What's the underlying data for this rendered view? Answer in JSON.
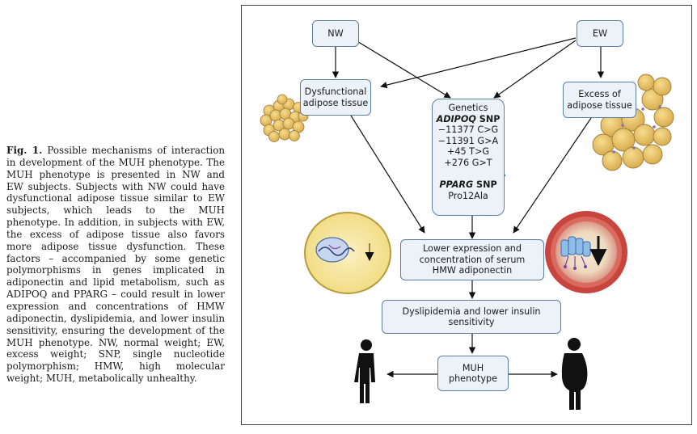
{
  "caption": {
    "fig_label": "Fig. 1.",
    "text": "Possible mechanisms of interaction in development of the MUH phenotype. The MUH phenotype is presented in NW and EW subjects. Subjects with NW could have dysfunctional adipose tissue similar to EW subjects, which leads to the MUH phenotype. In addition, in subjects with EW, the excess of adipose tissue also favors more adipose tissue dysfunction. These factors – accompanied by some genetic polymorphisms in genes implicated in adiponectin and lipid metabolism, such as ADIPOQ and PPARG – could result in lower expression and concentrations of HMW adiponectin, dyslipidemia, and lower insulin sensitivity, ensuring the development of the MUH phenotype. NW, normal weight; EW, excess weight; SNP, single nucleotide polymorphism; HMW, high molecular weight; MUH, metabolically unhealthy."
  },
  "nodes": {
    "nw": "NW",
    "ew": "EW",
    "dysfunctional_line1": "Dysfunctional",
    "dysfunctional_line2": "adipose tissue",
    "excess_line1": "Excess of",
    "excess_line2": "adipose tissue",
    "genetics": {
      "title": "Genetics",
      "adipoq_gene": "ADIPOQ",
      "adipoq_suffix": " SNP",
      "snps": [
        "−11377 C>G",
        "−11391 G>A",
        "+45 T>G",
        "+276 G>T"
      ],
      "pparg_gene": "PPARG",
      "pparg_suffix": " SNP",
      "pparg_variant": "Pro12Ala"
    },
    "lower_expr_line1": "Lower expression and",
    "lower_expr_line2": "concentration of serum",
    "lower_expr_line3": "HMW adiponectin",
    "dyslip_line1": "Dyslipidemia and lower insulin",
    "dyslip_line2": "sensitivity",
    "muh_line1": "MUH",
    "muh_line2": "phenotype"
  },
  "colors": {
    "box_fill": "#edf2f9",
    "box_border": "#5d7fa6",
    "fat_cell": "#e8c46a",
    "blood_vessel": "#c8453f",
    "dna": "#3fa3c9"
  }
}
